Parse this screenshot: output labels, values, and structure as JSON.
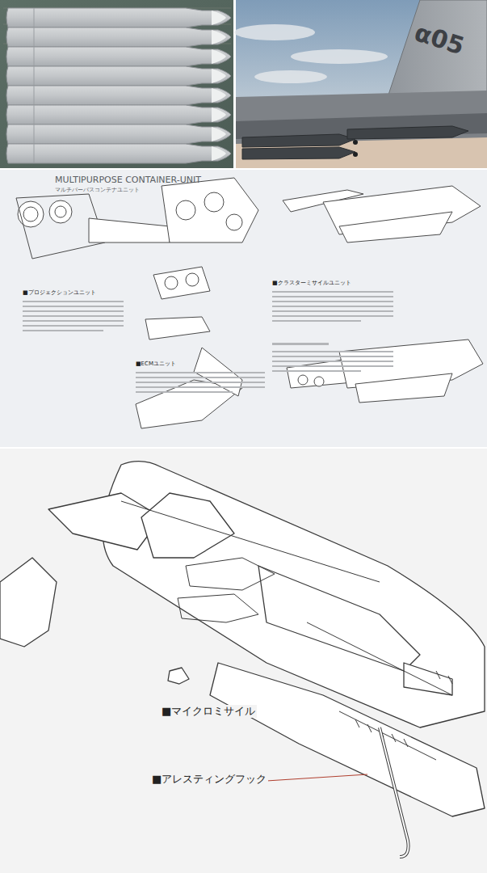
{
  "diagram": {
    "title": "MULTIPURPOSE CONTAINER-UNIT",
    "labels": [
      "α05",
      "マルチパーパスコンテナユニット",
      "■プロジェクションユニット",
      "■クラスターミサイルユニット",
      "■ECMユニット",
      "■マイクロミサイル",
      "■アレスティングフック"
    ]
  }
}
